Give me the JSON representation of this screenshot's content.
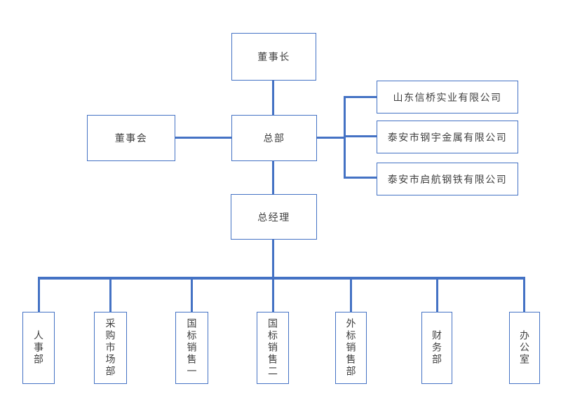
{
  "colors": {
    "background": "#ffffff",
    "box_border": "#4472C4",
    "connector_line": "#4472C4",
    "text": "#404040"
  },
  "org_chart": {
    "nodes": {
      "chairman": {
        "label": "董事长"
      },
      "board": {
        "label": "董事会"
      },
      "headquarters": {
        "label": "总部"
      },
      "general_manager": {
        "label": "总经理"
      }
    },
    "subsidiaries": [
      {
        "label": "山东信桥实业有限公司"
      },
      {
        "label": "泰安市钢宇金属有限公司"
      },
      {
        "label": "泰安市启航钢铁有限公司"
      }
    ],
    "departments": [
      {
        "label": "人事部"
      },
      {
        "label": "采购市场部"
      },
      {
        "label": "国标销售一"
      },
      {
        "label": "国标销售二"
      },
      {
        "label": "外标销售部"
      },
      {
        "label": "财务部"
      },
      {
        "label": "办公室"
      }
    ]
  }
}
